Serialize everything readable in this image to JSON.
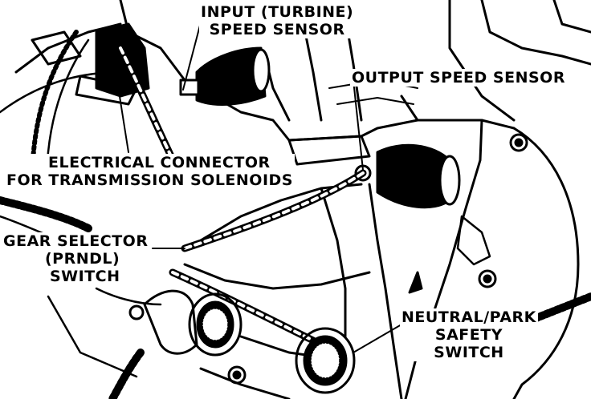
{
  "callouts": {
    "input_speed_sensor": {
      "line1": "INPUT (TURBINE)",
      "line2": "SPEED SENSOR"
    },
    "output_speed_sensor": "OUTPUT SPEED SENSOR",
    "electrical_connector": {
      "line1": "ELECTRICAL CONNECTOR",
      "line2": "FOR TRANSMISSION SOLENOIDS"
    },
    "gear_selector_switch": {
      "line1": "GEAR SELECTOR",
      "line2": "(PRNDL)",
      "line3": "SWITCH"
    },
    "neutral_park_switch": {
      "line1": "NEUTRAL/PARK",
      "line2": "SAFETY",
      "line3": "SWITCH"
    }
  },
  "colors": {
    "ink": "#000000",
    "paper": "#ffffff"
  }
}
